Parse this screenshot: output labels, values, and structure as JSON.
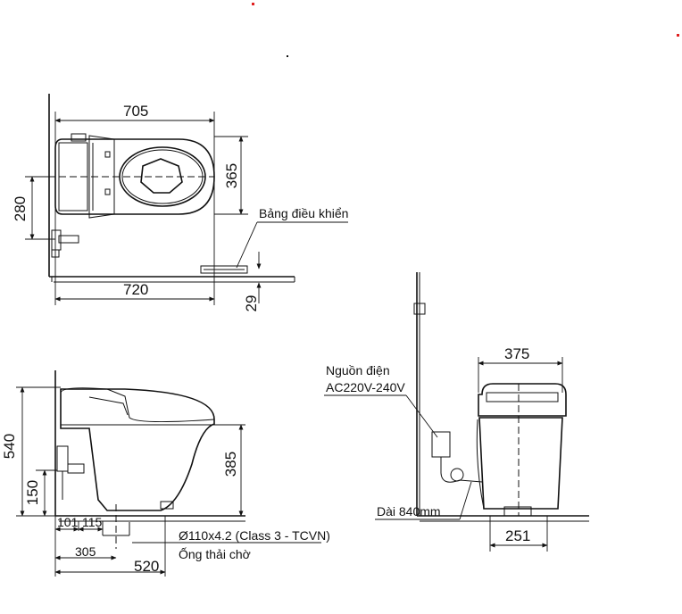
{
  "top_view": {
    "dim_width_top": "705",
    "dim_height_right": "365",
    "dim_height_left": "280",
    "dim_width_bottom": "720",
    "dim_offset": "29",
    "label_control_panel": "Bảng điều khiển"
  },
  "side_view": {
    "dim_height": "540",
    "dim_height_inner": "385",
    "dim_height_low": "150",
    "dim_101": "101",
    "dim_115": "115",
    "dim_305": "305",
    "dim_520": "520",
    "label_pipe_spec": "Ø110x4.2 (Class 3 - TCVN)",
    "label_pipe": "Ống thải chờ"
  },
  "front_view": {
    "dim_width_top": "375",
    "dim_width_bottom": "251",
    "label_power_1": "Nguồn điện",
    "label_power_2": "AC220V-240V",
    "label_length": "Dài 840mm"
  },
  "colors": {
    "line": "#111111",
    "marker": "#e02020"
  }
}
